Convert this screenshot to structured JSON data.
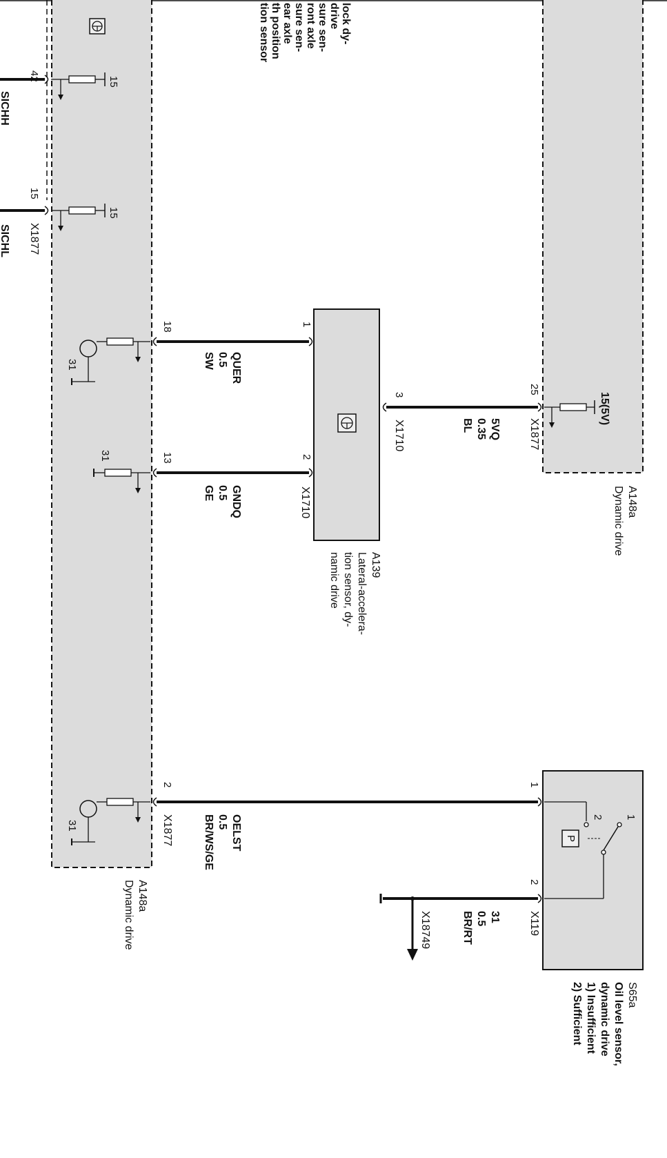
{
  "top_left_module": {
    "truncated_description": [
      "lock dy-",
      "drive",
      "sure sen-",
      "ront axle",
      "sure sen-",
      "ear axle",
      "th position",
      "tion sensor"
    ],
    "pins": [
      {
        "pin": "42",
        "signal": "SICHH",
        "fuse": "15"
      },
      {
        "pin": "15",
        "signal": "SICHL",
        "fuse": "15",
        "connector": "X1877"
      }
    ]
  },
  "a148a_left": {
    "id": "A148a",
    "name": "Dynamic drive",
    "pins": [
      {
        "pin": "18",
        "ground": "31"
      },
      {
        "pin": "13",
        "ground": "31"
      },
      {
        "pin": "2",
        "ground": "31",
        "connector": "X1877"
      }
    ]
  },
  "a148a_right": {
    "id": "A148a",
    "name": "Dynamic drive",
    "pin": "25",
    "connector": "X1877",
    "supply": "15(5V)"
  },
  "a139": {
    "id": "A139",
    "name": [
      "Lateral-accelera-",
      "tion sensor, dy-",
      "namic drive"
    ],
    "pin1": "1",
    "pin2": "2",
    "pin3": "3",
    "connector": "X1710"
  },
  "s65a": {
    "id": "S65a",
    "name": [
      "Oil level sensor,",
      "dynamic drive",
      "1) Insufficient",
      "2) Sufficient"
    ],
    "pin1": "1",
    "pin2": "2",
    "switch_pos1": "1",
    "switch_pos2": "2",
    "connector": "X119",
    "symbol": "P"
  },
  "wires": {
    "quer": {
      "name": "QUER",
      "gauge": "0.5",
      "color": "SW"
    },
    "gndq": {
      "name": "GNDQ",
      "gauge": "0.5",
      "color": "GE"
    },
    "svq": {
      "name": "5VQ",
      "gauge": "0.35",
      "color": "BL"
    },
    "oelst": {
      "name": "OELST",
      "gauge": "0.5",
      "color": "BR/WS/GE"
    },
    "ground": {
      "name": "31",
      "gauge": "0.5",
      "color": "BR/RT",
      "ground_connector": "X18749"
    }
  },
  "colors": {
    "module_fill": "#dcdcdc",
    "line": "#111111",
    "background": "#ffffff"
  }
}
